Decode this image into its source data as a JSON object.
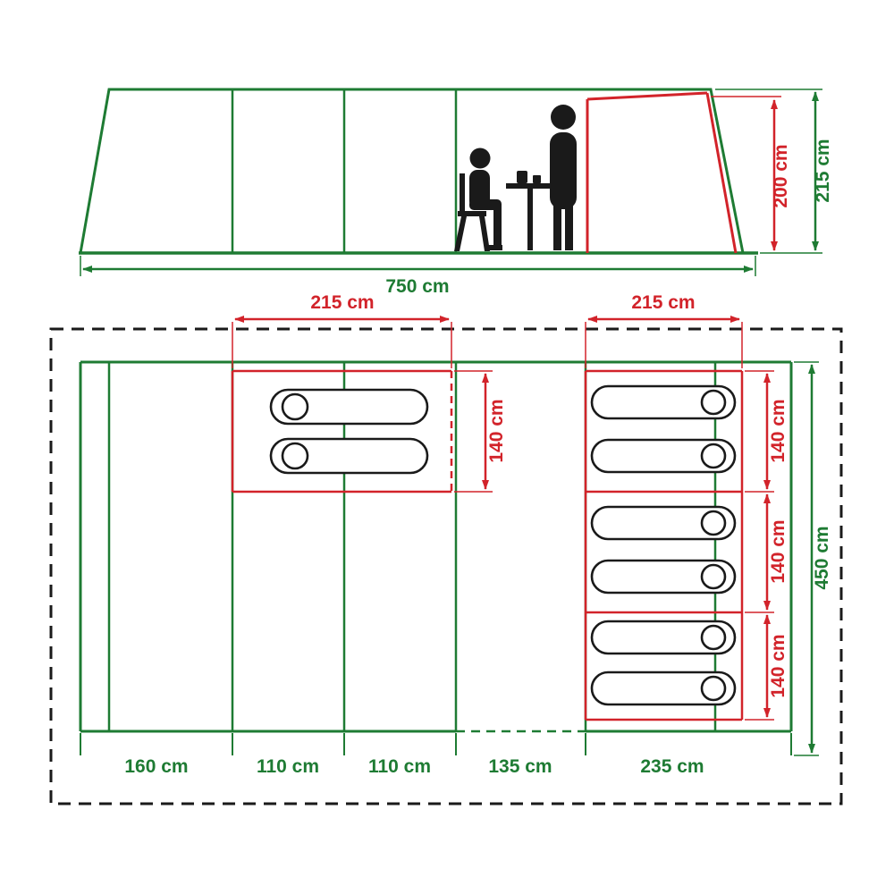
{
  "colors": {
    "green": "#1e7b33",
    "red": "#d2232a",
    "black": "#1a1a1a",
    "background": "#ffffff"
  },
  "side_view": {
    "width_label": "750 cm",
    "door_height_label": "200 cm",
    "height_label": "215 cm"
  },
  "floor_plan": {
    "left_cabin_width_label": "215 cm",
    "right_cabin_width_label": "215 cm",
    "left_cabin_depth_label": "140 cm",
    "right_cabin_depth_labels": [
      "140 cm",
      "140 cm",
      "140 cm"
    ],
    "total_depth_label": "450 cm",
    "bottom_segments": [
      "160 cm",
      "110 cm",
      "110 cm",
      "135 cm",
      "235 cm"
    ]
  }
}
